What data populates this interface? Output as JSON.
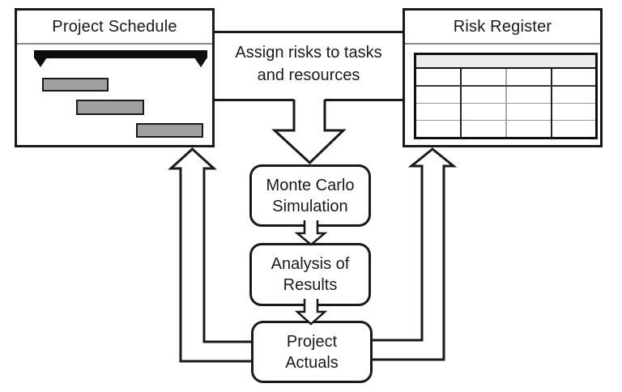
{
  "diagram_title_implicit": "",
  "colors": {
    "outline": "#1a1a1a",
    "background": "#ffffff",
    "task_bar_fill": "#a0a0a0",
    "summary_bar_fill": "#0d0d0d",
    "table_header_fill": "#ececec",
    "separator_gray": "#8a8a8a"
  },
  "schedule_panel": {
    "title": "Project Schedule",
    "gantt": {
      "summary_bar": true,
      "task_bar_count": 3
    }
  },
  "register_panel": {
    "title": "Risk Register",
    "table": {
      "header_row": true,
      "data_rows": 4,
      "columns": 4,
      "cells_empty": true
    }
  },
  "assign_label": {
    "text": "Assign risks to tasks and resources",
    "lines": [
      "Assign risks to tasks",
      "and resources"
    ]
  },
  "process_boxes": {
    "monte_carlo": {
      "label": "Monte Carlo Simulation",
      "lines": [
        "Monte Carlo",
        "Simulation"
      ]
    },
    "analysis": {
      "label": "Analysis of Results",
      "lines": [
        "Analysis of",
        "Results"
      ]
    },
    "actuals": {
      "label": "Project Actuals",
      "lines": [
        "Project",
        "Actuals"
      ]
    }
  },
  "connections": [
    {
      "from": "assign-band",
      "to": "monte-carlo",
      "style": "merged hollow down arrow"
    },
    {
      "from": "monte-carlo",
      "to": "analysis-of-results",
      "style": "hollow down arrow"
    },
    {
      "from": "analysis-of-results",
      "to": "project-actuals",
      "style": "hollow down arrow"
    },
    {
      "from": "project-actuals",
      "to": "project-schedule",
      "style": "hollow elbow up arrow"
    },
    {
      "from": "project-actuals",
      "to": "risk-register",
      "style": "hollow elbow up arrow"
    }
  ]
}
